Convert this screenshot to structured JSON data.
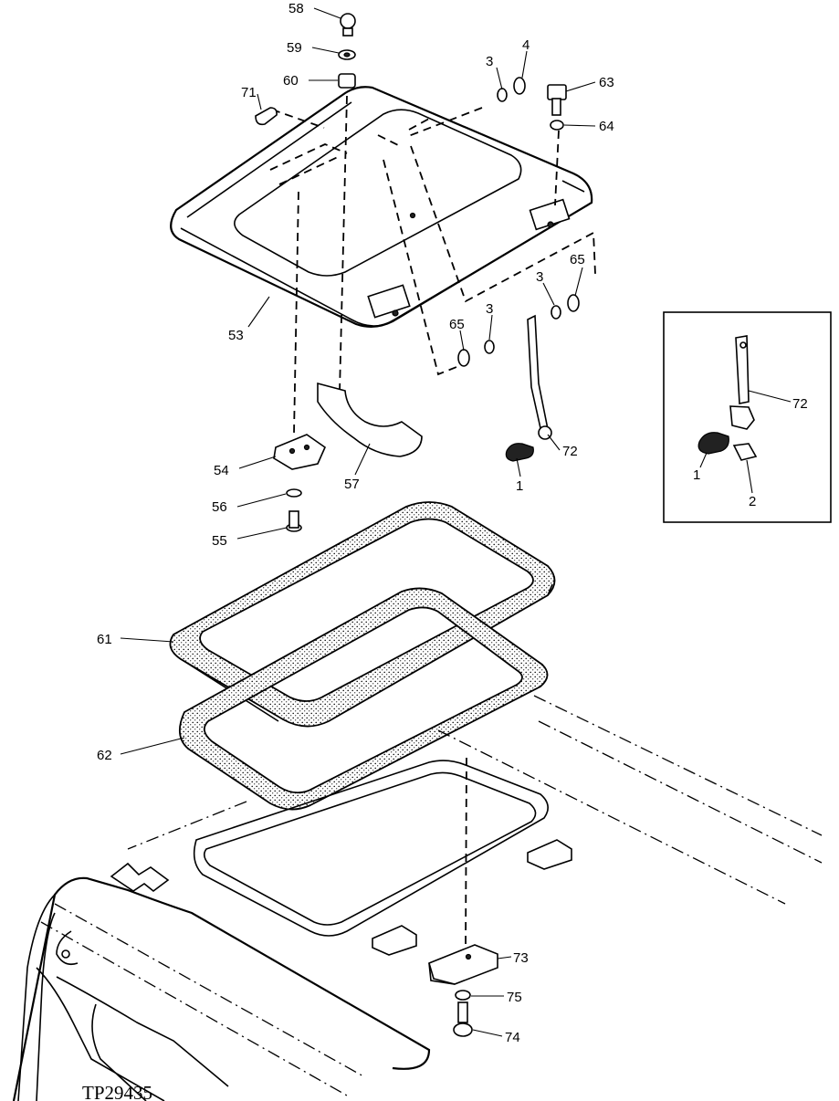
{
  "figure_id": "TP29435",
  "callouts": {
    "c1a": "1",
    "c1b": "1",
    "c2": "2",
    "c3a": "3",
    "c3b": "3",
    "c3c": "3",
    "c4": "4",
    "c53": "53",
    "c54": "54",
    "c55": "55",
    "c56": "56",
    "c57": "57",
    "c58": "58",
    "c59": "59",
    "c60": "60",
    "c61": "61",
    "c62": "62",
    "c63": "63",
    "c64": "64",
    "c65a": "65",
    "c65b": "65",
    "c71": "71",
    "c72a": "72",
    "c72b": "72",
    "c73": "73",
    "c74": "74",
    "c75": "75"
  }
}
